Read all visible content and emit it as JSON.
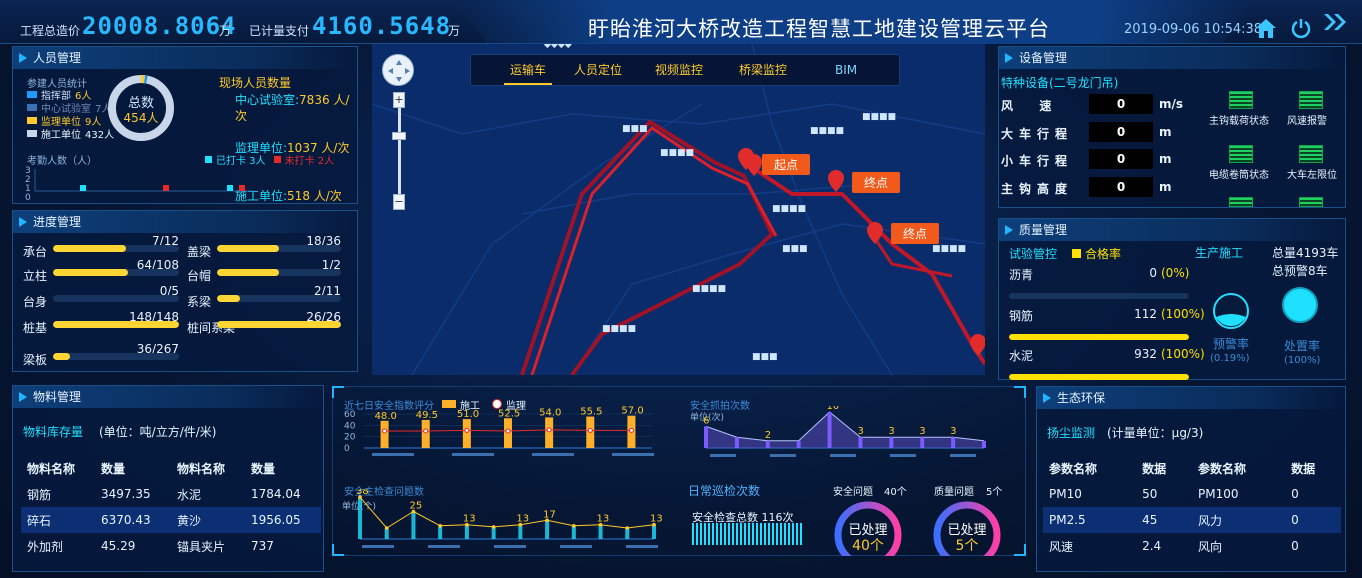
{
  "header": {
    "total_cost_label": "工程总造价",
    "total_cost_value": "20008.8064",
    "total_cost_unit": "万",
    "paid_label": "已计量支付",
    "paid_value": "4160.5648",
    "paid_unit": "万",
    "title": "盱眙淮河大桥改造工程智慧工地建设管理云平台",
    "datetime": "2019-09-06 10:54:38",
    "icons": [
      "home-icon",
      "power-icon",
      "double-chevron-icon"
    ]
  },
  "personnel": {
    "title": "人员管理",
    "stats_label": "参建人员统计",
    "legend": [
      {
        "label": "指挥部",
        "value": "6人",
        "color": "#1f9bff"
      },
      {
        "label": "中心试验室",
        "value": "7人",
        "color": "#3c6fb5"
      },
      {
        "label": "监理单位",
        "value": "9人",
        "color": "#ffc92b"
      },
      {
        "label": "施工单位",
        "value": "432人",
        "color": "#c9d6ea"
      }
    ],
    "donut_label": "总数",
    "donut_value": "454人",
    "onsite_title": "现场人员数量",
    "onsite": [
      {
        "label": "中心试验室:",
        "value": "7836 人/次"
      },
      {
        "label": "监理单位:",
        "value": "1037 人/次"
      },
      {
        "label": "施工单位:",
        "value": "518 人/次"
      }
    ],
    "attendance_label": "考勤人数（人）",
    "checked_in": "已打卡 3人",
    "not_checked_in": "未打卡 2人",
    "axis_ticks": [
      "3",
      "2",
      "1",
      "0"
    ]
  },
  "progress": {
    "title": "进度管理",
    "items_left": [
      {
        "label": "承台",
        "text": "7/12",
        "ratio": 0.583
      },
      {
        "label": "立柱",
        "text": "64/108",
        "ratio": 0.593
      },
      {
        "label": "台身",
        "text": "0/5",
        "ratio": 0
      },
      {
        "label": "桩基",
        "text": "148/148",
        "ratio": 1
      },
      {
        "label": "梁板",
        "text": "36/267",
        "ratio": 0.135
      }
    ],
    "items_right": [
      {
        "label": "盖梁",
        "text": "18/36",
        "ratio": 0.5
      },
      {
        "label": "台帽",
        "text": "1/2",
        "ratio": 0.5
      },
      {
        "label": "系梁",
        "text": "2/11",
        "ratio": 0.182
      },
      {
        "label": "桩间系梁",
        "text": "26/26",
        "ratio": 1
      }
    ]
  },
  "materials": {
    "title": "物料管理",
    "subtitle": "物料库存量",
    "unit": "(单位：吨/立方/件/米)",
    "columns": [
      "物料名称",
      "数量",
      "物料名称",
      "数量"
    ],
    "rows": [
      [
        "钢筋",
        "3497.35",
        "水泥",
        "1784.04"
      ],
      [
        "碎石",
        "6370.43",
        "黄沙",
        "1956.05"
      ],
      [
        "外加剂",
        "45.29",
        "锚具夹片",
        "737"
      ]
    ]
  },
  "map": {
    "tabs": [
      "运输车",
      "人员定位",
      "视频监控",
      "桥梁监控",
      "BIM"
    ],
    "markers": [
      "起点",
      "终点",
      "终点"
    ],
    "zoom_in": "+",
    "zoom_out": "−"
  },
  "equipment": {
    "title": "设备管理",
    "subtitle": "特种设备(二号龙门吊)",
    "rows": [
      {
        "label": "风  速",
        "value": "0",
        "unit": "m/s"
      },
      {
        "label": "大车行程",
        "value": "0",
        "unit": "m"
      },
      {
        "label": "小车行程",
        "value": "0",
        "unit": "m"
      },
      {
        "label": "主钩高度",
        "value": "0",
        "unit": "m"
      }
    ],
    "status": [
      "主钩载荷状态",
      "风速报警",
      "电缆卷筒状态",
      "大车左限位"
    ]
  },
  "quality": {
    "title": "质量管理",
    "test_label": "试验管控",
    "pass_label": "合格率",
    "items": [
      {
        "name": "沥青",
        "count": "0",
        "rate": "(0%)",
        "ratio": 0
      },
      {
        "name": "钢筋",
        "count": "112",
        "rate": "(100%)",
        "ratio": 1
      },
      {
        "name": "水泥",
        "count": "932",
        "rate": "(100%)",
        "ratio": 1
      }
    ],
    "production_label": "生产施工",
    "total_label": "总量4193车",
    "warn_total": "总预警8车",
    "warn_rate_label": "预警率",
    "warn_rate": "(0.19%)",
    "handle_rate_label": "处置率",
    "handle_rate": "(100%)"
  },
  "eco": {
    "title": "生态环保",
    "subtitle": "扬尘监测",
    "unit": "(计量单位：μg/3)",
    "columns": [
      "参数名称",
      "数据",
      "参数名称",
      "数据"
    ],
    "rows": [
      [
        "PM10",
        "50",
        "PM100",
        "0"
      ],
      [
        "PM2.5",
        "45",
        "风力",
        "0"
      ],
      [
        "风速",
        "2.4",
        "风向",
        "0"
      ]
    ]
  },
  "inspection": {
    "title": "日常巡检次数",
    "total_text": "安全检查总数 116次",
    "safety_label": "安全问题",
    "safety_count": "40个",
    "quality_label": "质量问题",
    "quality_count": "5个",
    "safety_done_label": "已处理",
    "safety_done": "40个",
    "quality_done_label": "已处理",
    "quality_done": "5个"
  },
  "chart_data": [
    {
      "type": "bar",
      "title": "近七日安全指数评分",
      "series": [
        {
          "name": "施工",
          "values": [
            48.0,
            49.5,
            51.0,
            52.5,
            54.0,
            55.5,
            57.0
          ]
        },
        {
          "name": "监理",
          "values": [
            30,
            30,
            31,
            30,
            32,
            31,
            31
          ]
        }
      ],
      "categories": [
        "",
        "",
        "",
        "",
        "",
        "",
        ""
      ],
      "yticks": [
        "60",
        "40",
        "20",
        "0"
      ],
      "ylim": [
        0,
        60
      ]
    },
    {
      "type": "line",
      "title": "安全抓拍次数",
      "ylabel": "单位(次)",
      "values": [
        6,
        3,
        2,
        2,
        10,
        3,
        3,
        3,
        3,
        2
      ],
      "labels": [
        "6",
        "",
        "2",
        "",
        "10",
        "3",
        "3",
        "3",
        "3",
        ""
      ],
      "ylim": [
        0,
        10
      ]
    },
    {
      "type": "bar",
      "title": "安全主检查问题数",
      "ylabel": "单位(个)",
      "values": [
        38,
        10,
        25,
        12,
        13,
        11,
        13,
        17,
        12,
        13,
        10,
        13
      ],
      "labels": [
        "38",
        "",
        "25",
        "",
        "13",
        "",
        "13",
        "17",
        "",
        "13",
        "",
        "13"
      ],
      "ylim": [
        0,
        40
      ]
    }
  ]
}
